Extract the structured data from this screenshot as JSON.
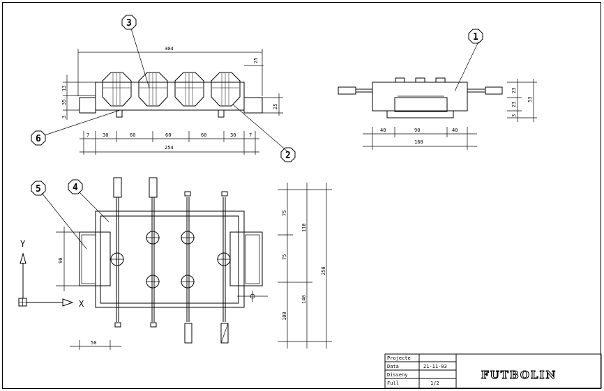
{
  "drawing": {
    "balloons": [
      "1",
      "2",
      "3",
      "4",
      "5",
      "6"
    ],
    "dimensions": {
      "front_width_total": "304",
      "front_top_step": "25",
      "front_left_h1": "13",
      "front_left_h2": "35",
      "front_left_h3": "3",
      "front_right_h": "25",
      "front_bottom": [
        "7",
        "30",
        "60",
        "60",
        "60",
        "30",
        "7"
      ],
      "front_bottom_total": "254",
      "side_h1": "23",
      "side_h2": "23",
      "side_h3": "3",
      "side_total": "53",
      "side_bottom": [
        "40",
        "90",
        "40"
      ],
      "side_bottom_total": "160",
      "plan_right_a": "75",
      "plan_right_b": "75",
      "plan_right_c": "100",
      "plan_right_ab": "110",
      "plan_right_bc": "140",
      "plan_right_total": "250",
      "plan_left": "90",
      "plan_bottom": "50"
    },
    "axes": {
      "x": "X",
      "y": "Y"
    }
  },
  "title_block": {
    "rows": [
      {
        "label": "Projecte",
        "value": ""
      },
      {
        "label": "Data",
        "value": "21-11-03"
      },
      {
        "label": "Disseny",
        "value": ""
      },
      {
        "label": "Full",
        "value": "1/2"
      }
    ],
    "title": "FUTBOLIN"
  }
}
